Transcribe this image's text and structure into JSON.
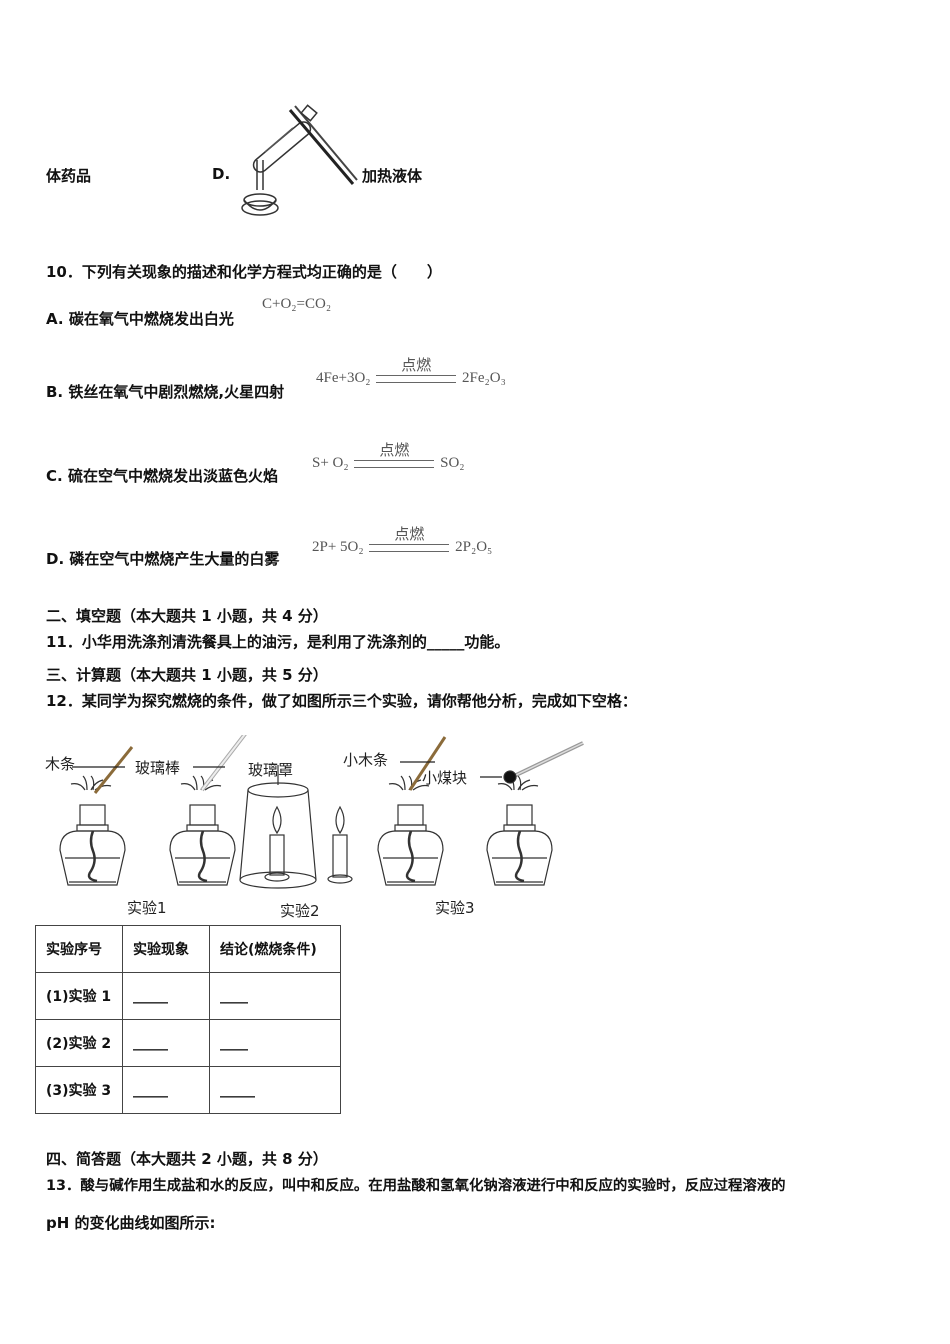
{
  "q9_tail": {
    "left_label": "体药品",
    "option_d_letter": "D.",
    "option_d_image": "heating-liquid-test-tube-over-alcohol-lamp",
    "option_d_label": "加热液体"
  },
  "q10": {
    "stem": "10．下列有关现象的描述和化学方程式均正确的是（　　）",
    "options": [
      {
        "letter": "A.",
        "text": "碳在氧气中燃烧发出白光",
        "equation": {
          "lhs": "C+O₂",
          "sep": "=",
          "condition": "",
          "rhs": "CO₂"
        }
      },
      {
        "letter": "B.",
        "text": "铁丝在氧气中剧烈燃烧,火星四射",
        "equation": {
          "lhs": "4Fe+3O₂",
          "sep": "═══",
          "condition": "点燃",
          "rhs": "2Fe₂O₃"
        }
      },
      {
        "letter": "C.",
        "text": "硫在空气中燃烧发出淡蓝色火焰",
        "equation": {
          "lhs": "S+ O₂",
          "sep": "═══",
          "condition": "点燃",
          "rhs": "SO₂"
        }
      },
      {
        "letter": "D.",
        "text": "磷在空气中燃烧产生大量的白雾",
        "equation": {
          "lhs": "2P+ 5O₂",
          "sep": "═══",
          "condition": "点燃",
          "rhs": "2P₂O₅"
        }
      }
    ]
  },
  "section2": {
    "heading": "二、填空题（本大题共 1 小题，共 4 分）",
    "q11_before": "11．小华用洗涤剂清洗餐具上的油污，是利用了洗涤剂的",
    "q11_blank": "_____",
    "q11_after": "功能。"
  },
  "section3": {
    "heading": "三、计算题（本大题共 1 小题，共 5 分）",
    "q12_stem": "12．某同学为探究燃烧的条件，做了如图所示三个实验，请你帮他分析，完成如下空格：",
    "figure": {
      "labels": {
        "wood_strip": "木条",
        "glass_rod": "玻璃棒",
        "glass_cover": "玻璃罩",
        "small_wood_strip": "小木条",
        "small_coal": "小煤块"
      },
      "captions": [
        "实验1",
        "实验2",
        "实验3"
      ]
    },
    "table": {
      "headers": [
        "实验序号",
        "实验现象",
        "结论(燃烧条件)"
      ],
      "rows": [
        [
          "(1)实验 1",
          "_____",
          "____"
        ],
        [
          "(2)实验 2",
          "_____",
          "____"
        ],
        [
          "(3)实验 3",
          "_____",
          "_____"
        ]
      ]
    }
  },
  "section4": {
    "heading": "四、简答题（本大题共 2 小题，共 8 分）",
    "q13_line1": "13．酸与碱作用生成盐和水的反应，叫中和反应。在用盐酸和氢氧化钠溶液进行中和反应的实验时，反应过程溶液的",
    "q13_line2": "pH 的变化曲线如图所示:"
  }
}
